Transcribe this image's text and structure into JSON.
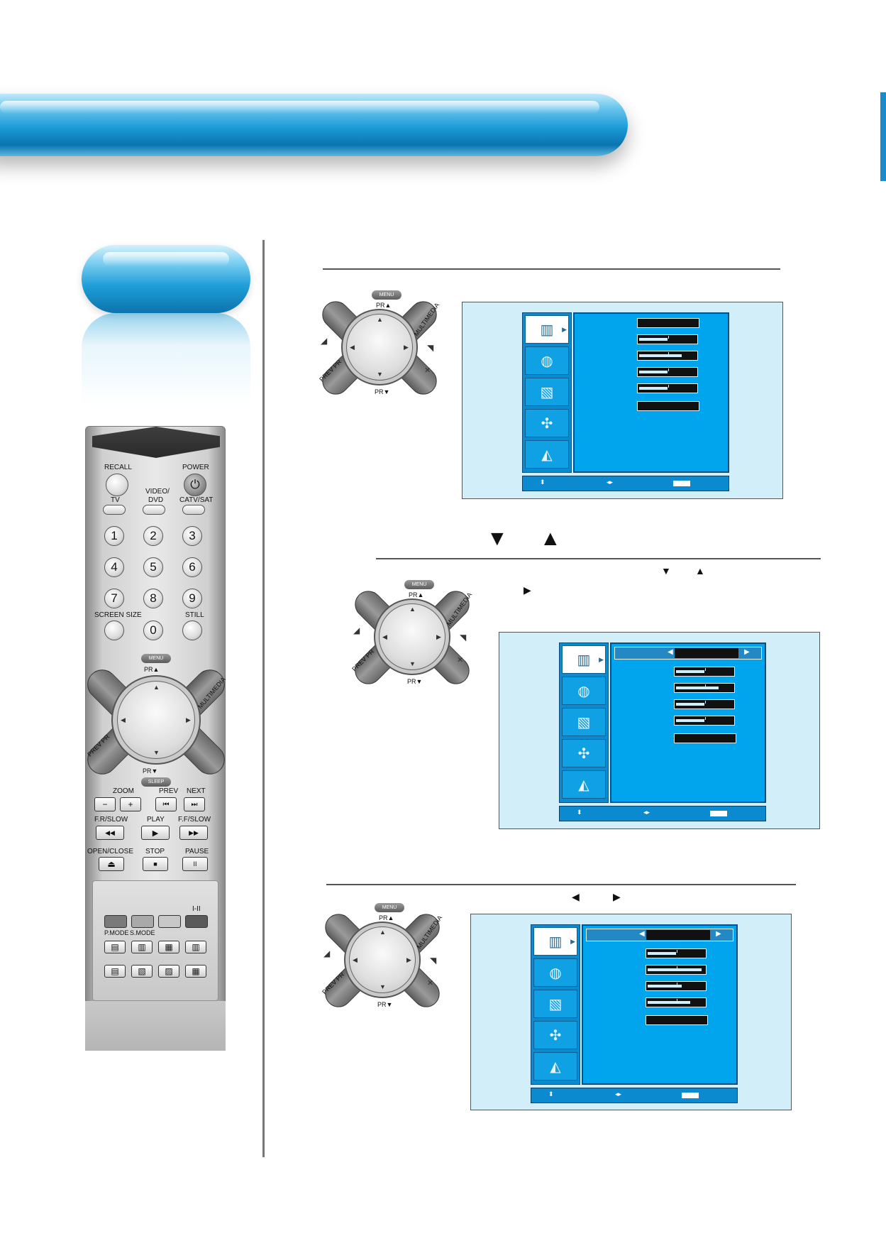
{
  "remote": {
    "recall": "RECALL",
    "power": "POWER",
    "power_symbol": "⏻",
    "tv": "TV",
    "video_dvd_line1": "VIDEO/",
    "video_dvd_line2": "DVD",
    "catv_sat": "CATV/SAT",
    "digits": [
      "1",
      "2",
      "3",
      "4",
      "5",
      "6",
      "7",
      "8",
      "9",
      "0"
    ],
    "screen_size": "SCREEN SIZE",
    "still": "STILL",
    "menu": "MENU",
    "pr_up": "PR▲",
    "pr_down": "PR▼",
    "multimedia": "MULTIMEDIA",
    "prev_pr": "PREV PR",
    "sleep": "SLEEP",
    "zoom": "ZOOM",
    "prev": "PREV",
    "next": "NEXT",
    "zoom_minus": "−",
    "zoom_plus": "+",
    "prev_symbol": "⏮",
    "next_symbol": "⏭",
    "fr_slow": "F.R/SLOW",
    "play": "PLAY",
    "ff_slow": "F.F/SLOW",
    "fr_symbol": "◀◀",
    "play_symbol": "▶",
    "ff_symbol": "▶▶",
    "open_close": "OPEN/CLOSE",
    "stop": "STOP",
    "pause": "PAUSE",
    "eject_symbol": "⏏",
    "stop_symbol": "■",
    "pause_symbol": "II",
    "i_ii": "I-II",
    "p_mode": "P.MODE",
    "s_mode": "S.MODE",
    "colors": [
      "#7a7a7a",
      "#a9a9a9",
      "#c8c8c8",
      "#5a5a5a"
    ]
  },
  "pad": {
    "menu": "MENU",
    "pr_up": "PR▲",
    "pr_down": "PR▼",
    "multimedia": "MULTIMEDIA",
    "prev_pr": "PREV PR"
  },
  "screens": [
    {
      "bars": [
        0.5,
        0.75,
        0.5,
        0.5
      ]
    },
    {
      "bars": [
        0.5,
        0.75,
        0.5,
        0.5
      ]
    },
    {
      "bars": [
        0.5,
        0.95,
        0.6,
        0.75
      ]
    }
  ],
  "osd_colors": {
    "panel": "#00a5ee",
    "icon_column": "#0b8ad0",
    "screen_bg": "#d2eef9",
    "header": "#1a9bd6"
  }
}
